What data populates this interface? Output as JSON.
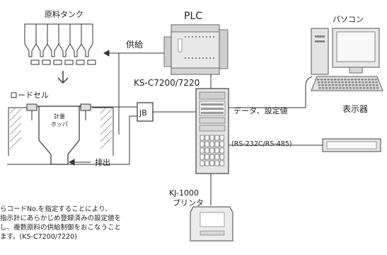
{
  "labels": {
    "raw_tank": "原料タンク",
    "plc": "PLC",
    "pc": "パソコン",
    "supply": "供給",
    "model_top": "KS-C7200/7220",
    "load_cell": "ロードセル",
    "hopper_line1": "計量",
    "hopper_line2": "ホッパ",
    "discharge": "排出",
    "jb": "JB",
    "data_settings": "データ、設定値",
    "interface": "(RS-232C/RS-485)",
    "display": "表示器",
    "printer_model": "KJ-1000",
    "printer": "プリンタ"
  },
  "note_lines": [
    "らコードNo.を指定することにより、",
    "指示計にあらかじめ登録済みの設定値を",
    "し、複数原料の供給制御をおこなうこと",
    "ます。(KS-C7200/7220)"
  ]
}
